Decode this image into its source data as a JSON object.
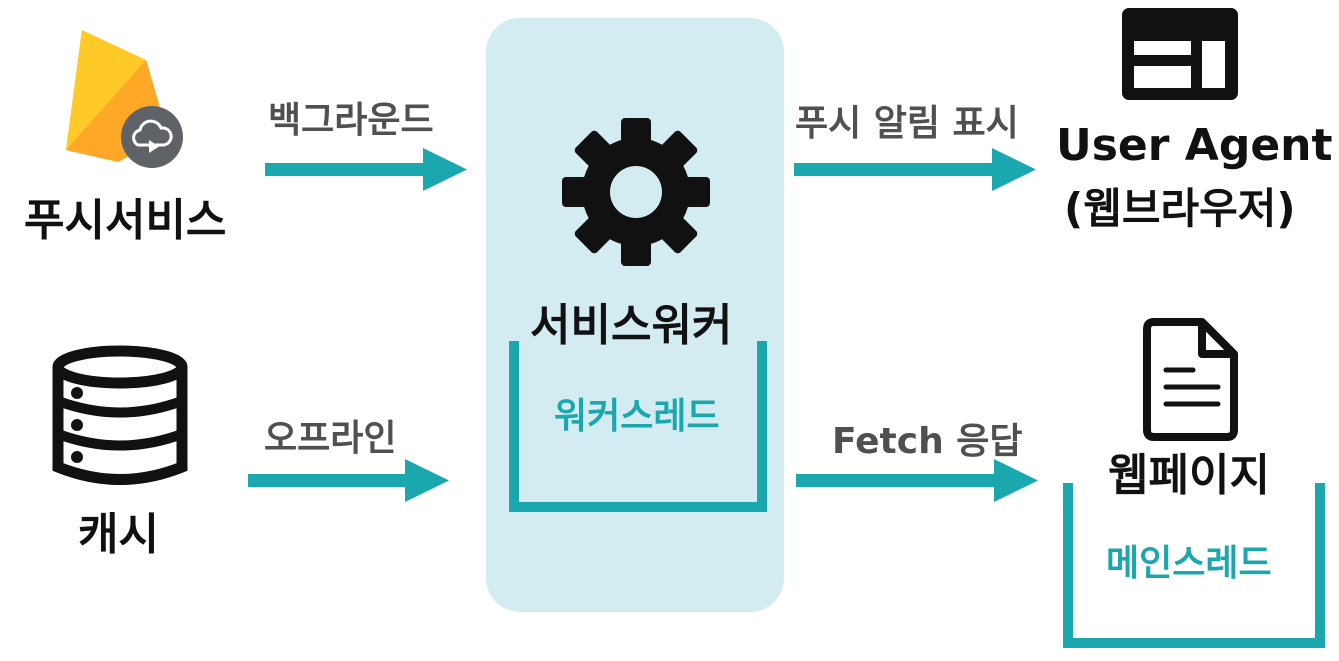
{
  "nodes": {
    "push_service": "푸시서비스",
    "cache": "캐시",
    "service_worker": "서비스워커",
    "worker_thread": "워커스레드",
    "user_agent_line1": "User Agent",
    "user_agent_line2": "(웹브라우저)",
    "web_page": "웹페이지",
    "main_thread": "메인스레드"
  },
  "edges": {
    "background": "백그라운드",
    "offline": "오프라인",
    "push_notification": "푸시 알림 표시",
    "fetch_response": "Fetch 응답"
  },
  "colors": {
    "teal": "#1aa8ae",
    "panel": "#d3ecf2",
    "text": "#111111",
    "edge_text": "#505050"
  },
  "icons": {
    "push_service": "firebase-icon",
    "cache": "database-icon",
    "service_worker": "gear-icon",
    "user_agent": "browser-window-icon",
    "web_page": "document-icon"
  }
}
